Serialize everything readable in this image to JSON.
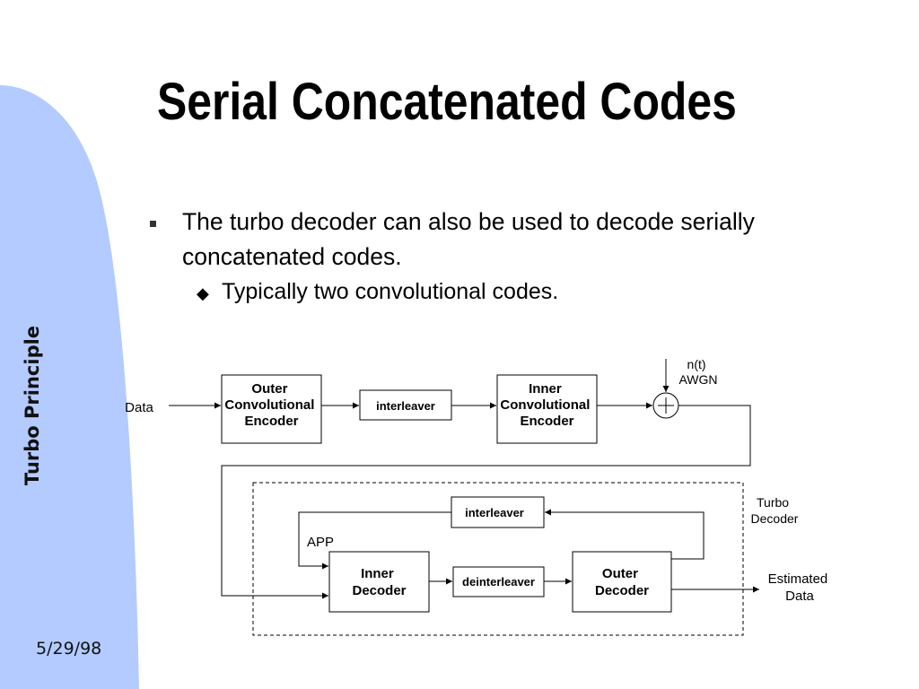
{
  "slide": {
    "title": "Serial Concatenated Codes",
    "side_label": "Turbo Principle",
    "date": "5/29/98",
    "bullet_main": "The turbo decoder can also be used to decode serially concatenated codes.",
    "bullet_sub": "Typically two convolutional codes."
  },
  "diagram": {
    "data_in": "Data",
    "outer_encoder": [
      "Outer",
      "Convolutional",
      "Encoder"
    ],
    "interleaver_tx": "interleaver",
    "inner_encoder": [
      "Inner",
      "Convolutional",
      "Encoder"
    ],
    "noise": [
      "n(t)",
      "AWGN"
    ],
    "adder_symbol": "+",
    "interleaver_fb": "interleaver",
    "app": "APP",
    "inner_decoder": [
      "Inner",
      "Decoder"
    ],
    "deinterleaver": "deinterleaver",
    "outer_decoder": [
      "Outer",
      "Decoder"
    ],
    "turbo_decoder": [
      "Turbo",
      "Decoder"
    ],
    "estimated": [
      "Estimated",
      "Data"
    ]
  },
  "colors": {
    "sidebar": "#b3cbff",
    "stroke": "#000000"
  }
}
